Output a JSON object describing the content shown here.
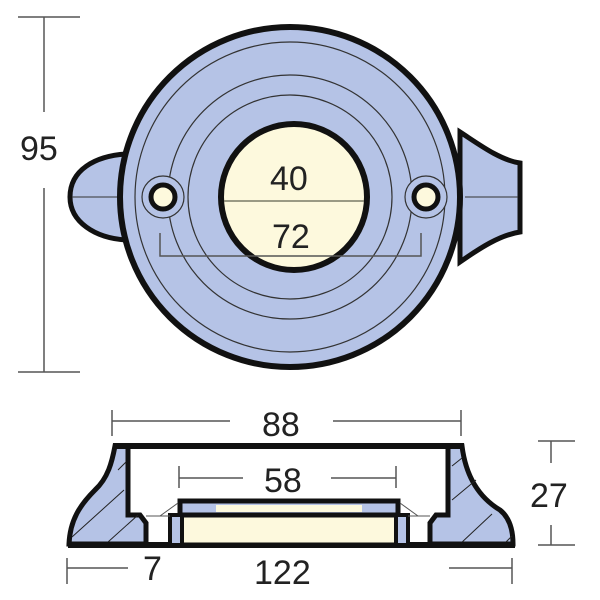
{
  "diagram": {
    "type": "technical-drawing",
    "subject": "anode (top view and cross-section)",
    "colors": {
      "body_fill": "#b5c3e6",
      "inner_fill": "#fdf9dd",
      "outline": "#111111",
      "dimension_line": "#555555",
      "text": "#222222"
    },
    "top_view": {
      "height_dim": "95",
      "inner_diameter": "40",
      "bolt_spacing": "72"
    },
    "section_view": {
      "top_width": "88",
      "recess_width": "58",
      "base_width": "122",
      "height": "27",
      "rim": "7"
    }
  }
}
